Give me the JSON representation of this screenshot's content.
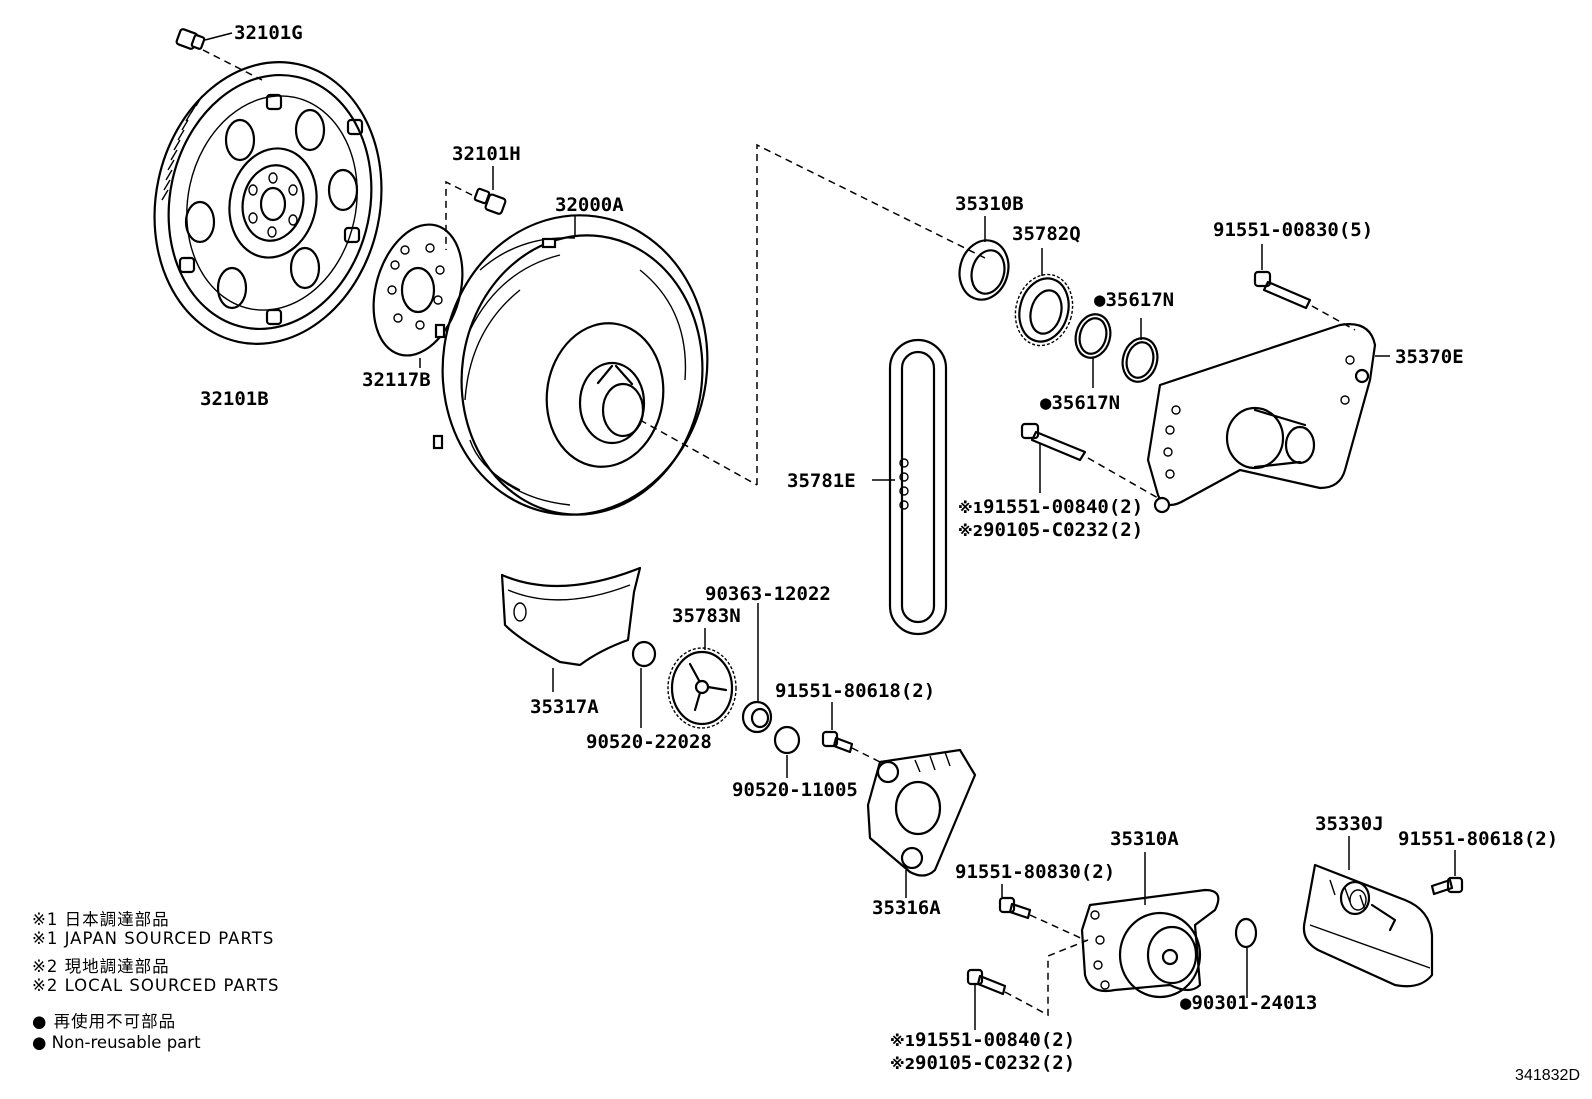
{
  "parts": [
    {
      "id": "p1",
      "label": "32101G"
    },
    {
      "id": "p2",
      "label": "32101B"
    },
    {
      "id": "p3",
      "label": "32101H"
    },
    {
      "id": "p4",
      "label": "32117B"
    },
    {
      "id": "p5",
      "label": "32000A"
    },
    {
      "id": "p6",
      "label": "35310B"
    },
    {
      "id": "p7",
      "label": "35782Q"
    },
    {
      "id": "p8",
      "label": "35617N",
      "mark": "●"
    },
    {
      "id": "p9",
      "label": "35617N",
      "mark": "●"
    },
    {
      "id": "p10",
      "label": "91551-00830(5)"
    },
    {
      "id": "p11",
      "label": "35370E"
    },
    {
      "id": "p12",
      "label": "35781E"
    },
    {
      "id": "p13",
      "label": "91551-00840(2)",
      "mark": "※1"
    },
    {
      "id": "p14",
      "label": "90105-C0232(2)",
      "mark": "※2"
    },
    {
      "id": "p15",
      "label": "90363-12022"
    },
    {
      "id": "p16",
      "label": "35783N"
    },
    {
      "id": "p17",
      "label": "35317A"
    },
    {
      "id": "p18",
      "label": "90520-22028"
    },
    {
      "id": "p19",
      "label": "91551-80618(2)"
    },
    {
      "id": "p20",
      "label": "90520-11005"
    },
    {
      "id": "p21",
      "label": "35316A"
    },
    {
      "id": "p22",
      "label": "35310A"
    },
    {
      "id": "p23",
      "label": "35330J"
    },
    {
      "id": "p24",
      "label": "91551-80618(2)"
    },
    {
      "id": "p25",
      "label": "91551-80830(2)"
    },
    {
      "id": "p26",
      "label": "90301-24013",
      "mark": "●"
    },
    {
      "id": "p27",
      "label": "91551-00840(2)",
      "mark": "※1"
    },
    {
      "id": "p28",
      "label": "90105-C0232(2)",
      "mark": "※2"
    }
  ],
  "legend": [
    {
      "mark": "※1",
      "text": "日本調達部品"
    },
    {
      "mark": "※1",
      "text": "JAPAN SOURCED PARTS"
    },
    {
      "mark": "※2",
      "text": "現地調達部品"
    },
    {
      "mark": "※2",
      "text": "LOCAL SOURCED PARTS"
    },
    {
      "mark": "●",
      "text": "再使用不可部品"
    },
    {
      "mark": "●",
      "text": "Non-reusable part"
    }
  ],
  "diagram_code": "341832D"
}
